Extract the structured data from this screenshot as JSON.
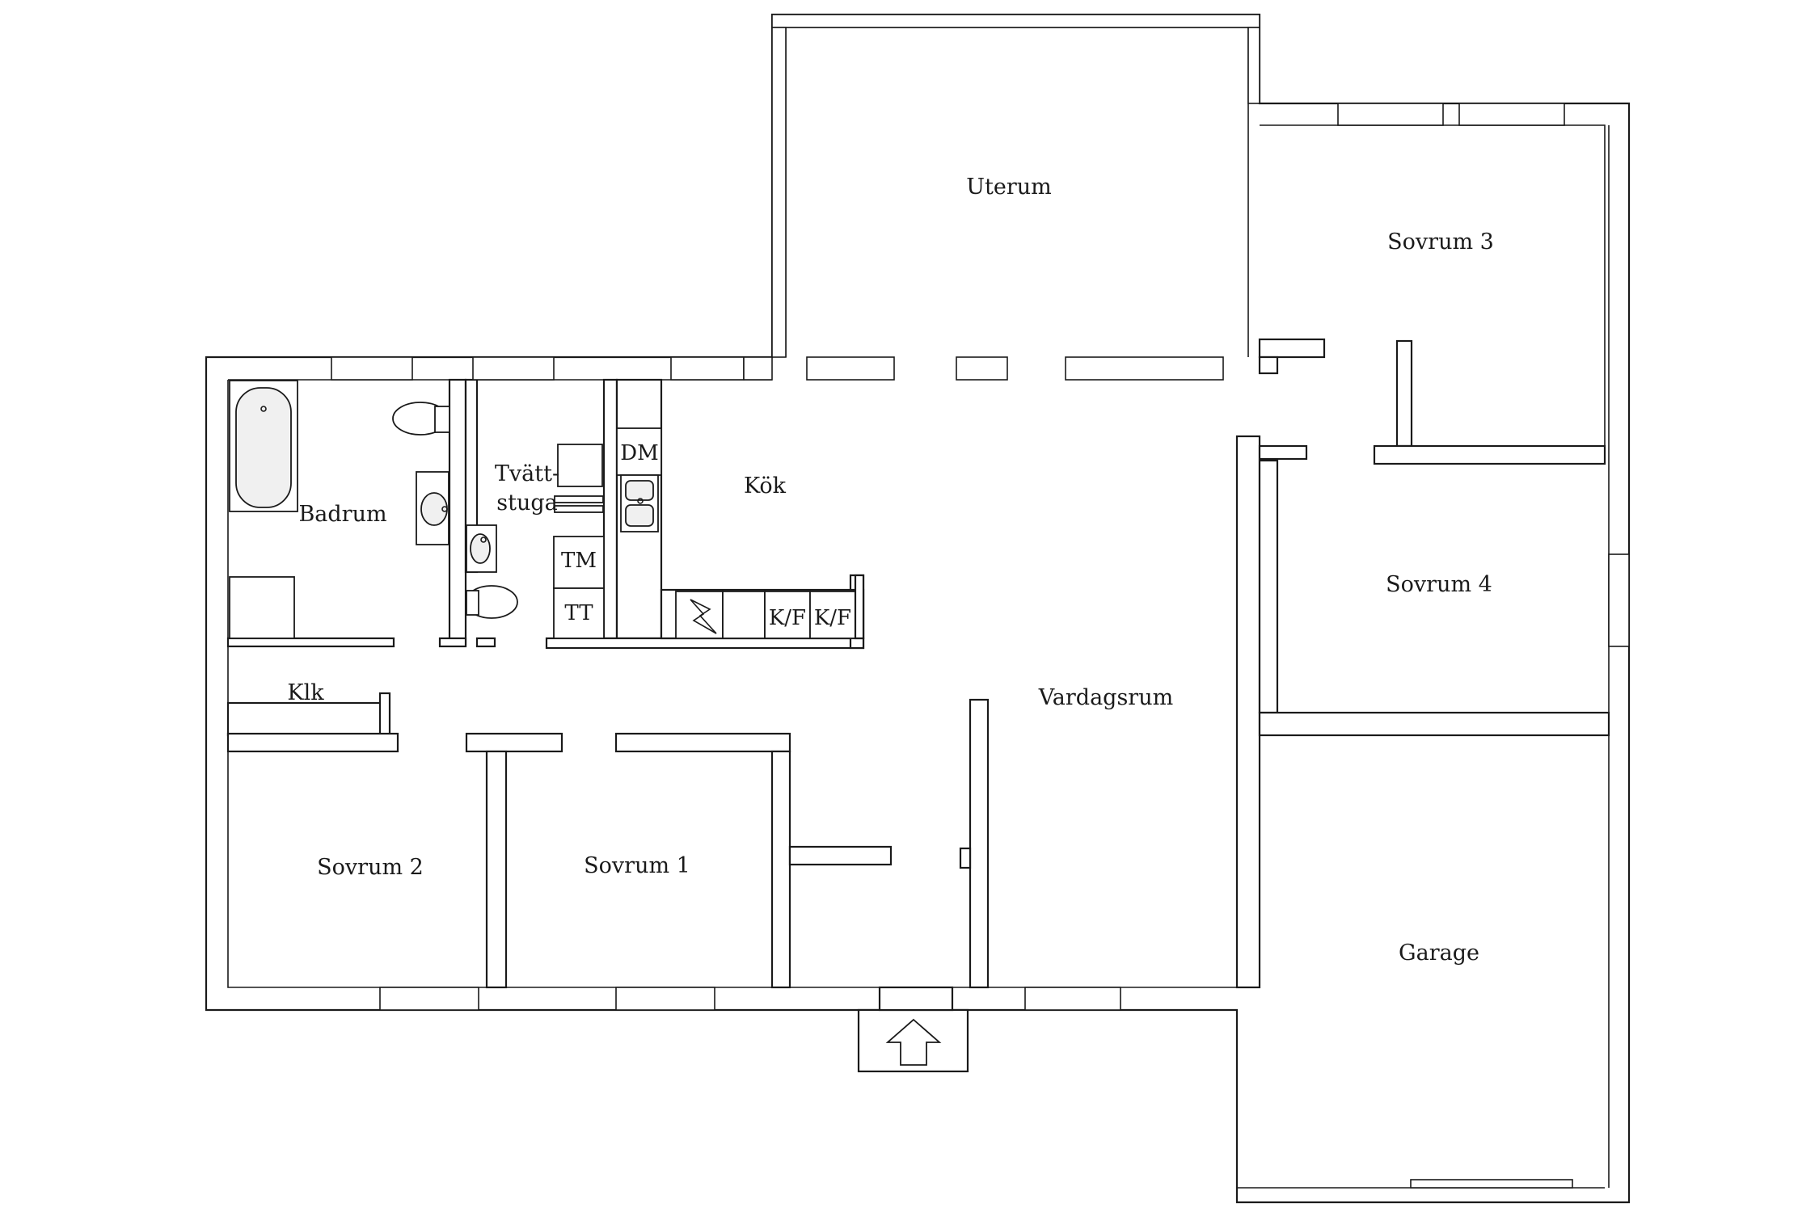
{
  "rooms": {
    "uterum": "Uterum",
    "sovrum3": "Sovrum 3",
    "badrum": "Badrum",
    "tvatt_line1": "Tvätt-",
    "tvatt_line2": "stuga",
    "kok": "Kök",
    "sovrum4": "Sovrum 4",
    "klk": "Klk",
    "vardagsrum": "Vardagsrum",
    "sovrum2": "Sovrum 2",
    "sovrum1": "Sovrum 1",
    "garage": "Garage"
  },
  "appliances": {
    "dm": "DM",
    "tm": "TM",
    "tt": "TT",
    "kf1": "K/F",
    "kf2": "K/F"
  },
  "icons": {
    "entrance": "up-arrow-icon",
    "stove": "lightning-icon"
  }
}
